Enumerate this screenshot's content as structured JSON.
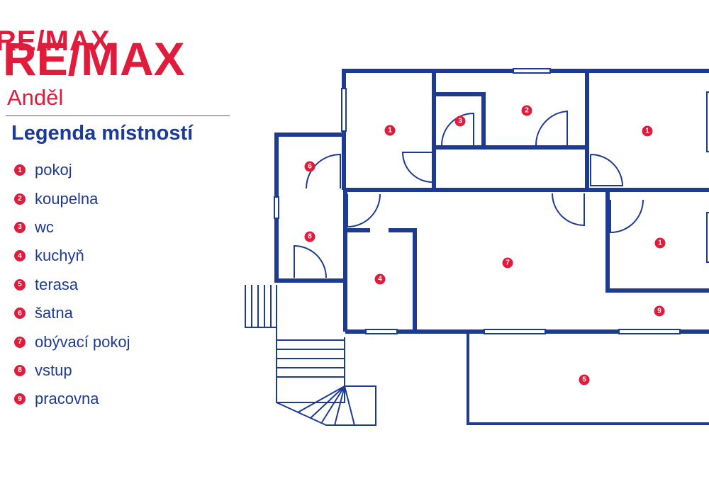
{
  "brand": {
    "logo_text": "RE/MAX",
    "office": "Anděl",
    "color": "#e11b3b"
  },
  "legend": {
    "title": "Legenda místností",
    "items": [
      {
        "number": "1",
        "label": "pokoj"
      },
      {
        "number": "2",
        "label": "koupelna"
      },
      {
        "number": "3",
        "label": "wc"
      },
      {
        "number": "4",
        "label": "kuchyň"
      },
      {
        "number": "5",
        "label": "terasa"
      },
      {
        "number": "6",
        "label": "šatna"
      },
      {
        "number": "7",
        "label": "obývací pokoj"
      },
      {
        "number": "8",
        "label": "vstup"
      },
      {
        "number": "9",
        "label": "pracovna"
      }
    ]
  },
  "plan": {
    "wall_color": "#1d3a94",
    "badge_color": "#e11b3b",
    "room_badges": [
      "1",
      "2",
      "3",
      "1",
      "6",
      "8",
      "4",
      "7",
      "1",
      "9",
      "5"
    ]
  }
}
